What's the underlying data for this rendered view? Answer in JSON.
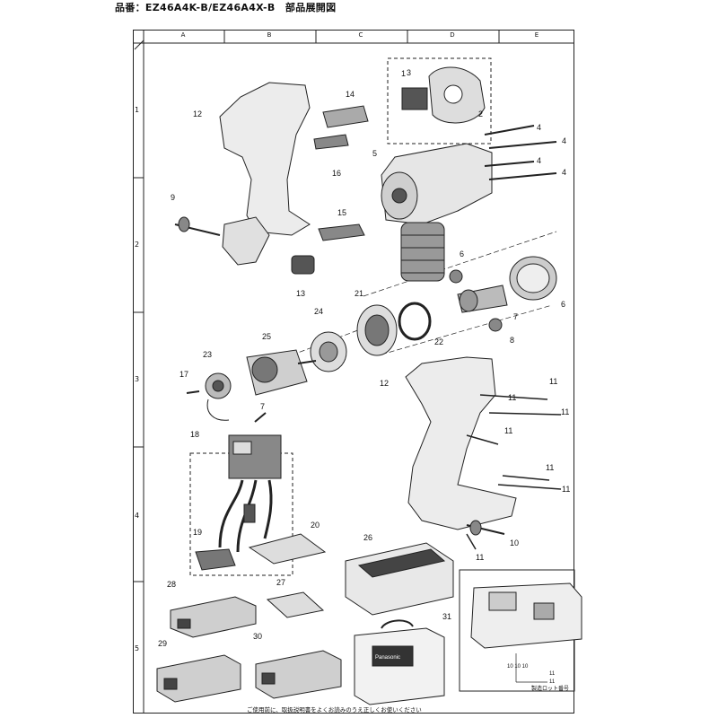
{
  "header": {
    "title": "品番：EZ46A4K-B/EZ46A4X-B　部品展開図"
  },
  "grid": {
    "columns": [
      "A",
      "B",
      "C",
      "D",
      "E"
    ],
    "rows": [
      "1",
      "2",
      "3",
      "4",
      "5"
    ]
  },
  "parts": [
    {
      "id": "p1",
      "label": "1"
    },
    {
      "id": "p2",
      "label": "2"
    },
    {
      "id": "p3",
      "label": "3"
    },
    {
      "id": "p4a",
      "label": "4"
    },
    {
      "id": "p4b",
      "label": "4"
    },
    {
      "id": "p4c",
      "label": "4"
    },
    {
      "id": "p4d",
      "label": "4"
    },
    {
      "id": "p5",
      "label": "5"
    },
    {
      "id": "p6a",
      "label": "6"
    },
    {
      "id": "p6b",
      "label": "6"
    },
    {
      "id": "p7",
      "label": "7"
    },
    {
      "id": "p7b",
      "label": "7"
    },
    {
      "id": "p8",
      "label": "8"
    },
    {
      "id": "p9",
      "label": "9"
    },
    {
      "id": "p10",
      "label": "10"
    },
    {
      "id": "p11a",
      "label": "11"
    },
    {
      "id": "p11b",
      "label": "11"
    },
    {
      "id": "p11c",
      "label": "11"
    },
    {
      "id": "p11d",
      "label": "11"
    },
    {
      "id": "p11e",
      "label": "11"
    },
    {
      "id": "p11f",
      "label": "11"
    },
    {
      "id": "p11g",
      "label": "11"
    },
    {
      "id": "p12a",
      "label": "12"
    },
    {
      "id": "p12b",
      "label": "12"
    },
    {
      "id": "p13",
      "label": "13"
    },
    {
      "id": "p14",
      "label": "14"
    },
    {
      "id": "p15",
      "label": "15"
    },
    {
      "id": "p16",
      "label": "16"
    },
    {
      "id": "p17",
      "label": "17"
    },
    {
      "id": "p18",
      "label": "18"
    },
    {
      "id": "p19",
      "label": "19"
    },
    {
      "id": "p20",
      "label": "20"
    },
    {
      "id": "p21",
      "label": "21"
    },
    {
      "id": "p22",
      "label": "22"
    },
    {
      "id": "p23",
      "label": "23"
    },
    {
      "id": "p24",
      "label": "24"
    },
    {
      "id": "p25",
      "label": "25"
    },
    {
      "id": "p26",
      "label": "26"
    },
    {
      "id": "p27",
      "label": "27"
    },
    {
      "id": "p28",
      "label": "28"
    },
    {
      "id": "p29",
      "label": "29"
    },
    {
      "id": "p30",
      "label": "30"
    },
    {
      "id": "p31",
      "label": "31"
    }
  ],
  "case_label": "Panasonic",
  "inset": {
    "line1": "10 10 10",
    "line2": "11",
    "line3": "11",
    "note": "製造ロット番号"
  },
  "footer": {
    "text": "ご使用前に、取扱説明書をよくお読みのうえ正しくお使いください"
  }
}
